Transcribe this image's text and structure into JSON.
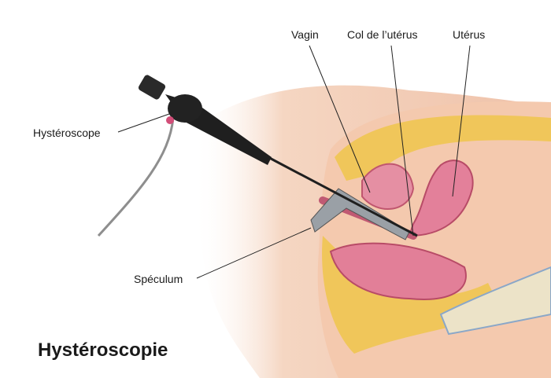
{
  "title": "Hystéroscopie",
  "labels": {
    "vagin": "Vagin",
    "col": "Col de l’utérus",
    "uterus": "Utérus",
    "hysteroscope": "Hystéroscope",
    "speculum": "Spéculum"
  },
  "colors": {
    "skin": "#f3cdb5",
    "fat": "#f0c65a",
    "tissue": "#e5829a",
    "instrument": "#1f1f1f"
  }
}
